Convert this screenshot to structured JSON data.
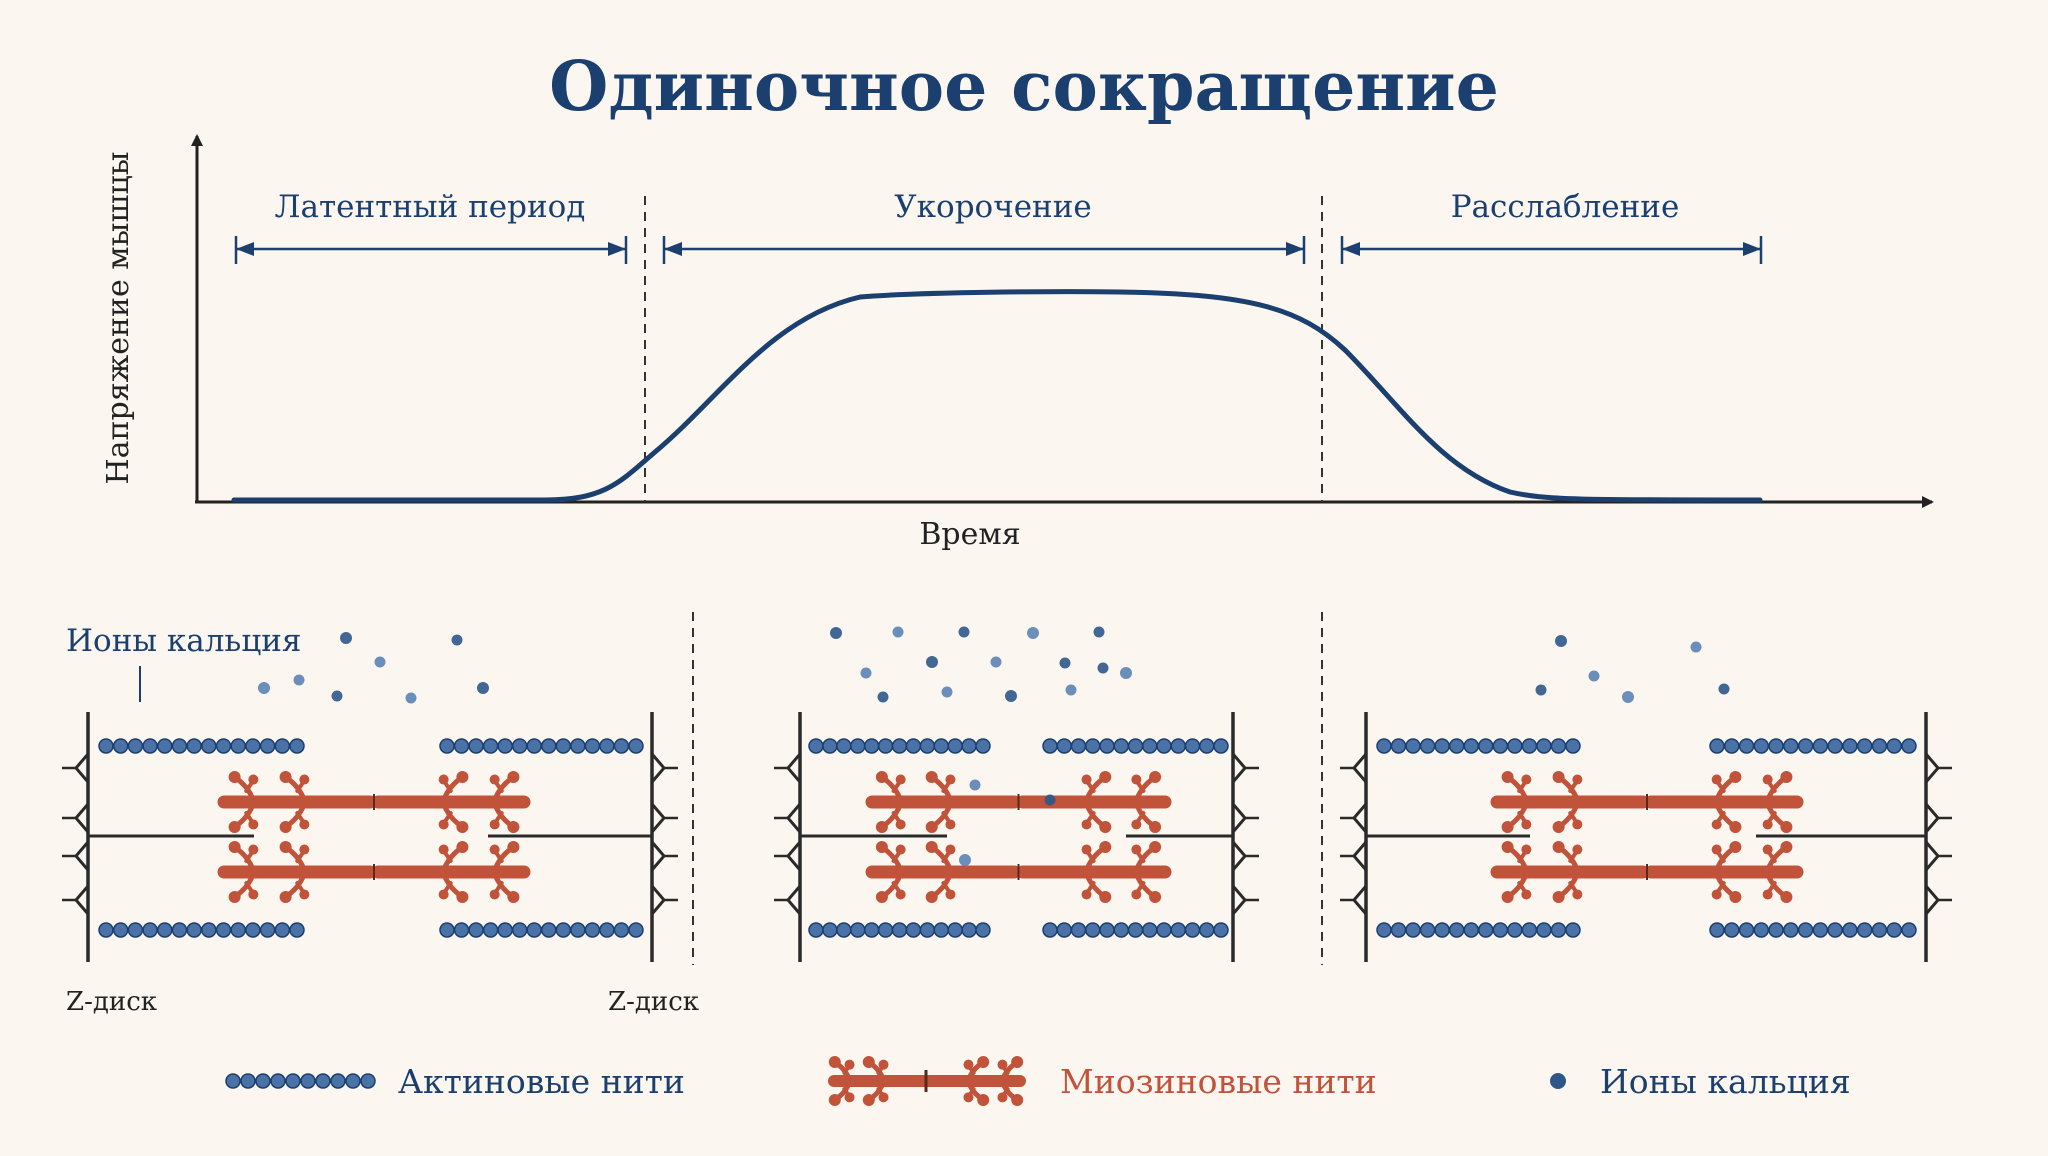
{
  "title": "Одиночное сокращение",
  "graph": {
    "y_axis_label": "Напряжение мышцы",
    "x_axis_label": "Время",
    "phases": [
      {
        "label": "Латентный период"
      },
      {
        "label": "Укорочение"
      },
      {
        "label": "Расслабление"
      }
    ]
  },
  "sarcomere": {
    "calcium_label": "Ионы кальция",
    "z_disc_label_left": "Z-диск",
    "z_disc_label_right": "Z-диск"
  },
  "legend": {
    "actin": "Актиновые нити",
    "myosin": "Миозиновые нити",
    "calcium": "Ионы кальция"
  },
  "colors": {
    "navy": "#1b3f6e",
    "actin_fill": "#4a72a6",
    "myosin": "#c0533a",
    "filament_line": "#2a2a2a",
    "background": "#fbf7f0"
  }
}
